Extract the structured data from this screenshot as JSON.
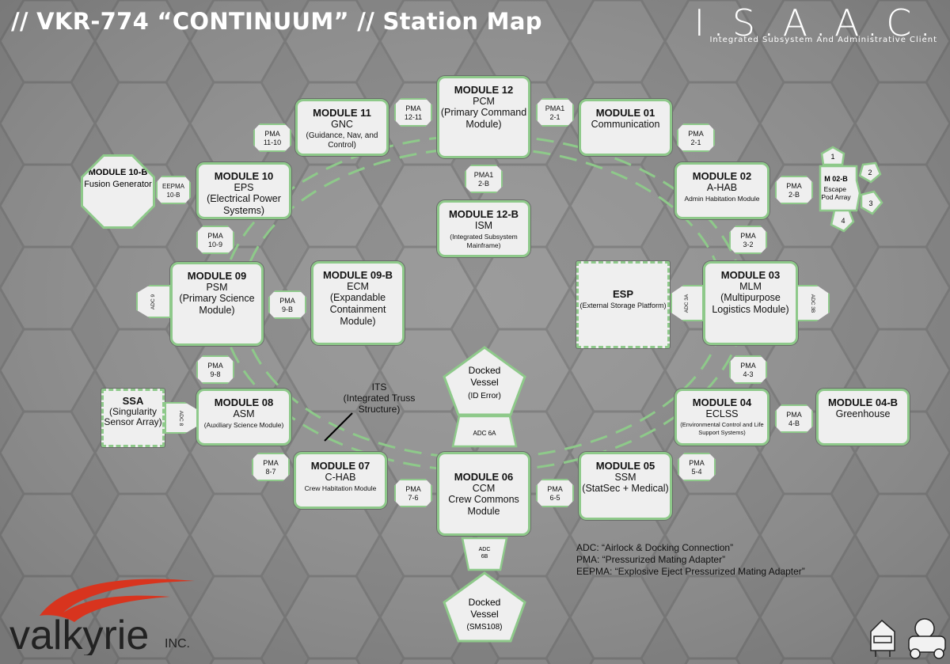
{
  "header": {
    "title": "// VKR-774 “CONTINUUM” // Station Map",
    "brand": "I.S.A.A.C.",
    "brand_subtitle": "Integrated Subsystem And Administrative Client"
  },
  "modules": {
    "m12": {
      "title": "MODULE 12",
      "abbr": "PCM",
      "desc": "(Primary Command Module)"
    },
    "m11": {
      "title": "MODULE 11",
      "abbr": "GNC",
      "desc": "(Guidance, Nav, and Control)"
    },
    "m01": {
      "title": "MODULE 01",
      "abbr": "Communication"
    },
    "m10": {
      "title": "MODULE 10",
      "abbr": "EPS",
      "desc": "(Electrical Power Systems)"
    },
    "m10b": {
      "title": "MODULE 10-B",
      "desc": "Fusion Generator"
    },
    "m02": {
      "title": "MODULE 02",
      "abbr": "A-HAB",
      "desc": "Admin Habitation Module"
    },
    "m02b": {
      "title": "M 02-B",
      "desc": "Escape Pod Array",
      "pods": [
        "1",
        "2",
        "3",
        "4"
      ]
    },
    "m12b": {
      "title": "MODULE 12-B",
      "abbr": "ISM",
      "desc": "(Integrated Subsystem Mainframe)"
    },
    "m09": {
      "title": "MODULE 09",
      "abbr": "PSM",
      "desc": "(Primary Science Module)"
    },
    "m09b": {
      "title": "MODULE 09-B",
      "abbr": "ECM",
      "desc": "(Expandable Containment Module)"
    },
    "esp": {
      "title": "ESP",
      "desc": "(External Storage Platform)"
    },
    "m03": {
      "title": "MODULE 03",
      "abbr": "MLM",
      "desc": "(Multipurpose Logistics Module)"
    },
    "ssa": {
      "title": "SSA",
      "desc": "(Singularity Sensor Array)"
    },
    "m08": {
      "title": "MODULE 08",
      "abbr": "ASM",
      "desc": "(Auxiliary Science Module)"
    },
    "m04": {
      "title": "MODULE 04",
      "abbr": "ECLSS",
      "desc": "(Environmental Control and Life Support Systems)"
    },
    "m04b": {
      "title": "MODULE 04-B",
      "abbr": "Greenhouse"
    },
    "m07": {
      "title": "MODULE 07",
      "abbr": "C-HAB",
      "desc": "Crew Habitation Module"
    },
    "m06": {
      "title": "MODULE 06",
      "abbr": "CCM",
      "desc": "Crew Commons Module"
    },
    "m05": {
      "title": "MODULE 05",
      "abbr": "SSM",
      "desc": "(StatSec + Medical)"
    }
  },
  "adapters": {
    "pma12_11": "PMA 12-11",
    "pma1_2_1": "PMA1 2-1",
    "pma11_10": "PMA 11-10",
    "pma2_1": "PMA 2-1",
    "eepma10b": "EEPMA 10-B",
    "pma1_2b": "PMA1 2-B",
    "pma2b": "PMA 2-B",
    "pma10_9": "PMA 10-9",
    "pma3_2": "PMA 3-2",
    "pma9b": "PMA 9-B",
    "pma9_8": "PMA 9-8",
    "pma4_3": "PMA 4-3",
    "pma4b": "PMA 4-B",
    "pma8_7": "PMA 8-7",
    "pma7_6": "PMA 7-6",
    "pma6_5": "PMA 6-5",
    "pma5_4": "PMA 5-4",
    "adc9": "ADC 9",
    "adc8": "ADC 8",
    "adc3a": "ADC 3A",
    "adc3b": "ADC 3B",
    "adc6a": "ADC 6A",
    "adc6b": "ADC 6B"
  },
  "docked": {
    "top": {
      "title": "Docked Vessel",
      "id": "(ID Error)"
    },
    "bottom": {
      "title": "Docked Vessel",
      "id": "(SMS108)"
    }
  },
  "its": {
    "title": "ITS",
    "desc": "(Integrated Truss Structure)"
  },
  "legend": [
    "ADC: “Airlock & Docking Connection”",
    "PMA: “Pressurized Mating Adapter”",
    "EEPMA: “Explosive Eject Pressurized Mating Adapter”"
  ],
  "footer": {
    "company": "valkyrie",
    "company_suffix": "INC."
  },
  "colors": {
    "accent": "#8ec98a",
    "panel": "#efefef",
    "background": "#8a8a8a",
    "logo_red": "#d8341e"
  }
}
